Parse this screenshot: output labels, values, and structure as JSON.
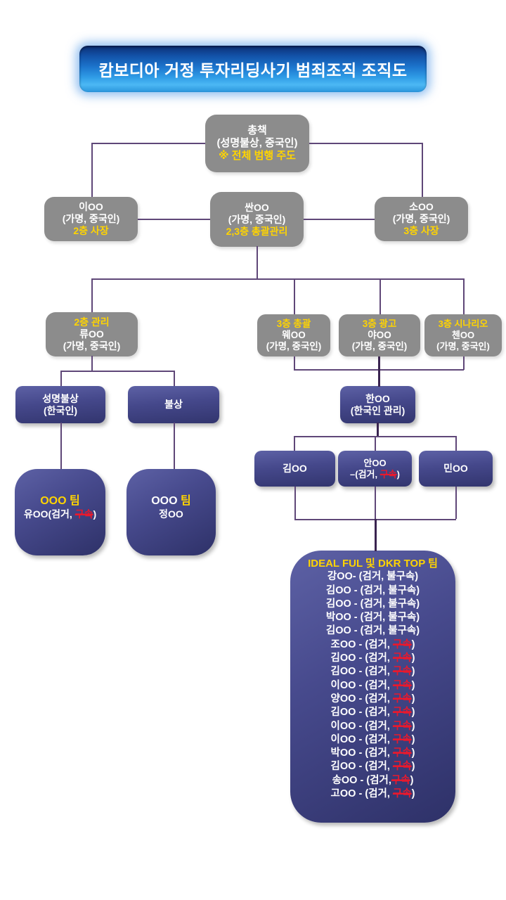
{
  "title": {
    "text": "캄보디아 거정 투자리딩사기 범죄조직 조직도"
  },
  "colors": {
    "banner_blue": "#1c74cc",
    "gray_box": "#8c8c8c",
    "navy_box_top": "#5d61a5",
    "navy_box_bottom": "#2e3168",
    "accent_yellow": "#ffd400",
    "status_red": "#e8192d",
    "connector": "#5f4778"
  },
  "nodes": {
    "boss": {
      "l1": "총책",
      "l2": "(성명불상, 중국인)",
      "l3": "※ 전체 범행 주도"
    },
    "lee": {
      "l1": "이OO",
      "l2": "(가명, 중국인)",
      "l3": "2층 사장"
    },
    "ssan": {
      "l1": "싼OO",
      "l2": "(가명, 중국인)",
      "l3": "2,3층 총괄관리"
    },
    "so": {
      "l1": "소OO",
      "l2": "(가명, 중국인)",
      "l3": "3층 사장"
    },
    "f2mgr": {
      "l1": "2층 관리",
      "l2": "류OO",
      "l3": "(가명, 중국인)"
    },
    "f3head": {
      "l1": "3층 총괄",
      "l2": "웨OO",
      "l3": "(가명, 중국인)"
    },
    "f3ad": {
      "l1": "3층 광고",
      "l2": "야OO",
      "l3": "(가명, 중국인)"
    },
    "f3scen": {
      "l1": "3층 시나리오",
      "l2": "첸OO",
      "l3": "(가명, 중국인)"
    },
    "unknown1": {
      "l1": "성명불상",
      "l2": "(한국인)"
    },
    "unknown2": {
      "l1": "불상"
    },
    "han": {
      "l1": "한OO",
      "l2": "(한국인 관리)"
    },
    "kim": {
      "l1": "김OO"
    },
    "ahn": {
      "l1": "안OO",
      "pre": "–(검거, ",
      "st": "구속",
      "post": ")"
    },
    "min": {
      "l1": "민OO"
    },
    "team1": {
      "title": "OOO 팀",
      "pre": "유OO(검거, ",
      "st": "구속",
      "post": ")"
    },
    "team2": {
      "t1": "OOO ",
      "t2": "팀",
      "l2": "정OO"
    },
    "ideal": {
      "header": "IDEAL FUL 및 DKR TOP 팀",
      "members": [
        {
          "pre": "강OO- (검거, ",
          "st": "불구속",
          "post": ")",
          "red": false
        },
        {
          "pre": "김OO - (검거, ",
          "st": "불구속",
          "post": ")",
          "red": false
        },
        {
          "pre": "김OO - (검거, ",
          "st": "불구속",
          "post": ")",
          "red": false
        },
        {
          "pre": "박OO - (검거, ",
          "st": "불구속",
          "post": ")",
          "red": false
        },
        {
          "pre": "김OO - (검거, ",
          "st": "불구속",
          "post": ")",
          "red": false
        },
        {
          "pre": "조OO - (검거, ",
          "st": "구속",
          "post": ")",
          "red": true
        },
        {
          "pre": "김OO - (검거, ",
          "st": "구속",
          "post": ")",
          "red": true
        },
        {
          "pre": "김OO - (검거, ",
          "st": "구속",
          "post": ")",
          "red": true
        },
        {
          "pre": "이OO - (검거, ",
          "st": "구속",
          "post": ")",
          "red": true
        },
        {
          "pre": "양OO - (검거, ",
          "st": "구속",
          "post": ")",
          "red": true
        },
        {
          "pre": "김OO - (검거, ",
          "st": "구속",
          "post": ")",
          "red": true
        },
        {
          "pre": "이OO - (검거, ",
          "st": "구속",
          "post": ")",
          "red": true
        },
        {
          "pre": "이OO - (검거, ",
          "st": "구속",
          "post": ")",
          "red": true
        },
        {
          "pre": "박OO - (검거, ",
          "st": "구속",
          "post": ")",
          "red": true
        },
        {
          "pre": "김OO - (검거, ",
          "st": "구속",
          "post": ")",
          "red": true
        },
        {
          "pre": "송OO - (검거,",
          "st": "구속",
          "post": ")",
          "red": true
        },
        {
          "pre": "고OO - (검거, ",
          "st": "구속",
          "post": ")",
          "red": true
        }
      ]
    }
  }
}
